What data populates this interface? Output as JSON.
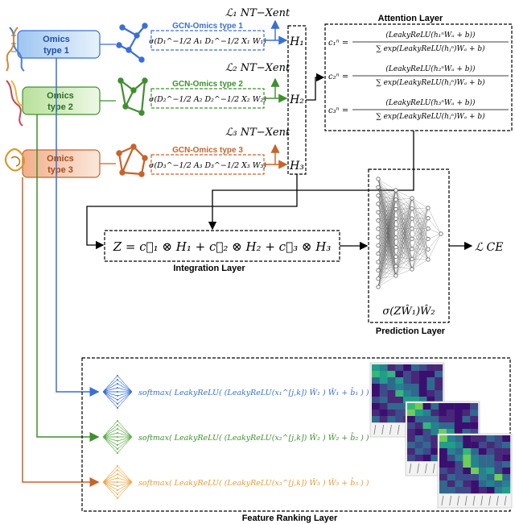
{
  "omics": [
    {
      "label_line1": "Omics",
      "label_line2": "type 1",
      "gcn_title": "GCN-Omics type 1",
      "gcn_formula": "σ(D₁^−1/2 A₁ D₁^−1/2 X₁ W₁)",
      "loss": "ℒ₁ NT−Xent",
      "h": "H₁",
      "color": "#3a6fd6",
      "fill": "#cfe3f7"
    },
    {
      "label_line1": "Omics",
      "label_line2": "type 2",
      "gcn_title": "GCN-Omics type 2",
      "gcn_formula": "σ(D₂^−1/2 A₂ D₂^−1/2 X₂ W₂)",
      "loss": "ℒ₂ NT−Xent",
      "h": "H₂",
      "color": "#3f8f2f",
      "fill": "#d6efc6"
    },
    {
      "label_line1": "Omics",
      "label_line2": "type 3",
      "gcn_title": "GCN-Omics type 3",
      "gcn_formula": "σ(D₃^−1/2 A₃ D₃^−1/2 X₃ W₃)",
      "loss": "ℒ₃ NT−Xent",
      "h": "H₃",
      "color": "#c8632a",
      "fill": "#f6d2bc"
    }
  ],
  "attention": {
    "title": "Attention Layer",
    "formulas": [
      {
        "lhs": "c₁ⁿ =",
        "num": "(LeakyReLU(h₁ⁿWₐ + b))",
        "den": "∑ exp(LeakyReLU(hⱼⁿ)Wₐ + b)"
      },
      {
        "lhs": "c₂ⁿ =",
        "num": "(LeakyReLU(h₂ⁿWₐ + b))",
        "den": "∑ exp(LeakyReLU(hⱼⁿ)Wₐ + b)"
      },
      {
        "lhs": "c₃ⁿ =",
        "num": "(LeakyReLU(h₃ⁿWₐ + b))",
        "den": "∑ exp(LeakyReLU(hⱼⁿ)Wₐ + b)"
      }
    ]
  },
  "integration": {
    "title": "Integration Layer",
    "formula": "Z = c⃗₁ ⊗ H₁ + c⃗₂ ⊗ H₂ + c⃗₃ ⊗ H₃"
  },
  "prediction": {
    "title": "Prediction Layer",
    "formula": "σ(ZŴ₁)Ŵ₂",
    "loss": "ℒ CE"
  },
  "feature_ranking": {
    "title": "Feature Ranking Layer",
    "formulas": [
      "softmax( LeakyReLU( (LeakyReLU(x₁^[j,k]) Ŵ₁ ) Ŵ₁ + b̂₁ ) )",
      "softmax( LeakyReLU( (LeakyReLU(x₂^[j,k]) Ŵ₂ ) Ŵ₂ + b̂₂ ) )",
      "softmax( LeakyReLU( (LeakyReLU(x₃^[j,k]) Ŵ₃ ) Ŵ₃ + b̂₃ ) )"
    ]
  }
}
